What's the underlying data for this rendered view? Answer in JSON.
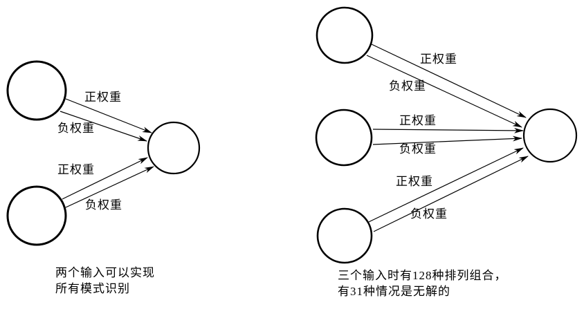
{
  "left": {
    "arrow_labels": [
      "正权重",
      "负权重",
      "正权重",
      "负权重"
    ],
    "caption": [
      "两个输入可以实现",
      "所有模式识别"
    ]
  },
  "right": {
    "arrow_labels": [
      "正权重",
      "负权重",
      "正权重",
      "负权重",
      "正权重",
      "负权重"
    ],
    "caption": [
      "三个输入时有128种排列组合，",
      "有31种情况是无解的"
    ]
  },
  "colors": {
    "line": "#000000",
    "background": "#ffffff"
  }
}
